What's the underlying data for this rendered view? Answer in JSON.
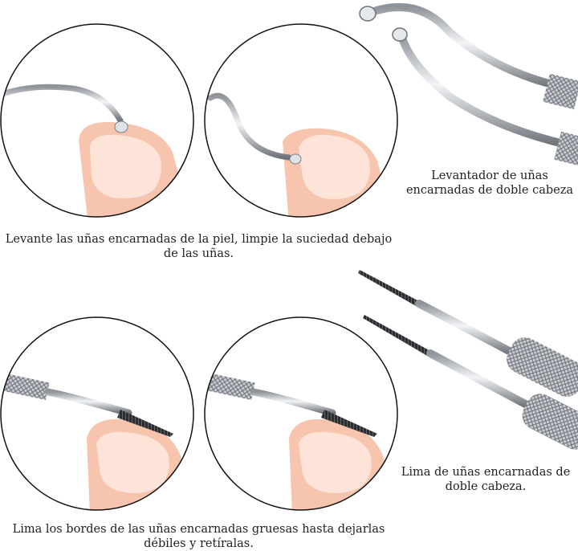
{
  "captions": {
    "lifter_usage": "Levante las uñas encarnadas de la piel, limpie la suciedad debajo de las uñas.",
    "lifter_name": "Levantador de uñas encarnadas de doble cabeza",
    "file_usage": "Lima los bordes de las uñas encarnadas gruesas hasta dejarlas débiles y retíralas.",
    "file_name": "Lima de uñas encarnadas de doble cabeza."
  },
  "colors": {
    "skin": "#f7c4ad",
    "nail": "#fde3d8",
    "steel": "#b8bcc2"
  }
}
